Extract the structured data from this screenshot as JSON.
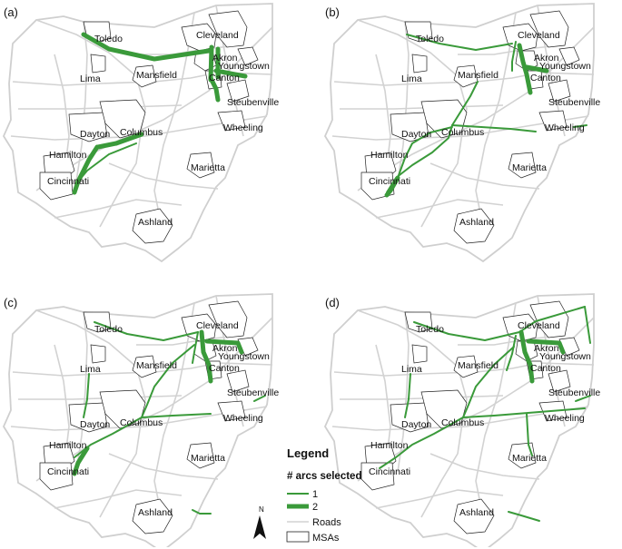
{
  "panels": [
    {
      "label": "(a)",
      "arcs": [
        {
          "w": 2,
          "pts": [
            [
              92,
              28
            ],
            [
              120,
              44
            ],
            [
              170,
              55
            ],
            [
              230,
              46
            ]
          ]
        },
        {
          "w": 2,
          "pts": [
            [
              233,
              42
            ],
            [
              232,
              78
            ]
          ]
        },
        {
          "w": 2,
          "pts": [
            [
              240,
              44
            ],
            [
              240,
              75
            ]
          ]
        },
        {
          "w": 2,
          "pts": [
            [
              238,
              68
            ],
            [
              270,
              74
            ]
          ]
        },
        {
          "w": 2,
          "pts": [
            [
              232,
              76
            ],
            [
              238,
              88
            ],
            [
              240,
              100
            ]
          ]
        },
        {
          "w": 2,
          "pts": [
            [
              156,
              138
            ],
            [
              128,
              148
            ],
            [
              108,
              152
            ]
          ]
        },
        {
          "w": 2,
          "pts": [
            [
              107,
              152
            ],
            [
              98,
              166
            ],
            [
              86,
              190
            ]
          ]
        },
        {
          "w": 2,
          "pts": [
            [
              86,
              190
            ],
            [
              82,
              202
            ]
          ]
        },
        {
          "w": 1,
          "pts": [
            [
              150,
              148
            ],
            [
              120,
              160
            ],
            [
              96,
              178
            ],
            [
              86,
              190
            ]
          ]
        }
      ]
    },
    {
      "label": "(b)",
      "arcs": [
        {
          "w": 1,
          "pts": [
            [
              94,
              28
            ],
            [
              130,
              38
            ],
            [
              170,
              45
            ],
            [
              210,
              38
            ]
          ]
        },
        {
          "w": 1,
          "pts": [
            [
              214,
              36
            ],
            [
              210,
              58
            ],
            [
              210,
              68
            ]
          ]
        },
        {
          "w": 2,
          "pts": [
            [
              218,
              40
            ],
            [
              222,
              58
            ],
            [
              226,
              72
            ],
            [
              230,
              92
            ]
          ]
        },
        {
          "w": 2,
          "pts": [
            [
              226,
              64
            ],
            [
              248,
              68
            ]
          ]
        },
        {
          "w": 1,
          "pts": [
            [
              172,
              80
            ],
            [
              164,
              96
            ],
            [
              154,
              112
            ],
            [
              144,
              128
            ]
          ]
        },
        {
          "w": 1,
          "pts": [
            [
              144,
              128
            ],
            [
              140,
              142
            ],
            [
              122,
              158
            ],
            [
              100,
              172
            ],
            [
              82,
              186
            ],
            [
              72,
              202
            ]
          ]
        },
        {
          "w": 1,
          "pts": [
            [
              144,
              128
            ],
            [
              176,
              130
            ],
            [
              208,
              132
            ],
            [
              236,
              135
            ]
          ]
        },
        {
          "w": 1,
          "pts": [
            [
              144,
              130
            ],
            [
              120,
              136
            ],
            [
              100,
              148
            ],
            [
              92,
              164
            ],
            [
              84,
              186
            ]
          ]
        },
        {
          "w": 2,
          "pts": [
            [
              84,
              186
            ],
            [
              76,
              200
            ],
            [
              72,
              205
            ]
          ]
        },
        {
          "w": 1,
          "pts": [
            [
              278,
              130
            ],
            [
              292,
              128
            ]
          ]
        }
      ]
    },
    {
      "label": "(c)",
      "arcs": [
        {
          "w": 1,
          "pts": [
            [
              104,
              25
            ],
            [
              140,
              38
            ],
            [
              180,
              45
            ],
            [
              218,
              36
            ]
          ]
        },
        {
          "w": 1,
          "pts": [
            [
              218,
              36
            ],
            [
              214,
              58
            ],
            [
              212,
              70
            ]
          ]
        },
        {
          "w": 2,
          "pts": [
            [
              222,
              36
            ],
            [
              224,
              58
            ],
            [
              230,
              72
            ],
            [
              232,
              90
            ]
          ]
        },
        {
          "w": 2,
          "pts": [
            [
              228,
              46
            ],
            [
              262,
              48
            ],
            [
              266,
              58
            ]
          ]
        },
        {
          "w": 1,
          "pts": [
            [
              214,
              50
            ],
            [
              190,
              70
            ],
            [
              170,
              96
            ],
            [
              162,
              116
            ],
            [
              156,
              130
            ]
          ]
        },
        {
          "w": 1,
          "pts": [
            [
              156,
              130
            ],
            [
              124,
              148
            ],
            [
              100,
              160
            ],
            [
              82,
              174
            ]
          ]
        },
        {
          "w": 1,
          "pts": [
            [
              156,
              130
            ],
            [
              190,
              128
            ],
            [
              232,
              126
            ]
          ]
        },
        {
          "w": 1,
          "pts": [
            [
              98,
              82
            ],
            [
              96,
              110
            ],
            [
              92,
              130
            ]
          ]
        },
        {
          "w": 2,
          "pts": [
            [
              96,
              164
            ],
            [
              86,
              180
            ],
            [
              82,
              192
            ]
          ]
        },
        {
          "w": 1,
          "pts": [
            [
              280,
              112
            ],
            [
              292,
              106
            ]
          ]
        },
        {
          "w": 1,
          "pts": [
            [
              212,
              232
            ],
            [
              220,
              236
            ],
            [
              232,
              236
            ]
          ]
        }
      ]
    },
    {
      "label": "(d)",
      "arcs": [
        {
          "w": 1,
          "pts": [
            [
              102,
              25
            ],
            [
              140,
              38
            ],
            [
              180,
              45
            ],
            [
              218,
              36
            ]
          ]
        },
        {
          "w": 1,
          "pts": [
            [
              218,
              36
            ],
            [
              236,
              24
            ],
            [
              290,
              8
            ]
          ]
        },
        {
          "w": 1,
          "pts": [
            [
              290,
              8
            ],
            [
              296,
              48
            ]
          ]
        },
        {
          "w": 1,
          "pts": [
            [
              214,
              40
            ],
            [
              210,
              60
            ],
            [
              204,
              78
            ]
          ]
        },
        {
          "w": 2,
          "pts": [
            [
              220,
              36
            ],
            [
              224,
              58
            ],
            [
              230,
              72
            ],
            [
              232,
              90
            ]
          ]
        },
        {
          "w": 2,
          "pts": [
            [
              228,
              46
            ],
            [
              262,
              48
            ],
            [
              266,
              58
            ]
          ]
        },
        {
          "w": 1,
          "pts": [
            [
              212,
              52
            ],
            [
              190,
              72
            ],
            [
              170,
              96
            ],
            [
              162,
              116
            ],
            [
              156,
              130
            ]
          ]
        },
        {
          "w": 1,
          "pts": [
            [
              156,
              130
            ],
            [
              124,
              148
            ],
            [
              100,
              160
            ],
            [
              82,
              174
            ],
            [
              64,
              186
            ]
          ]
        },
        {
          "w": 1,
          "pts": [
            [
              156,
              130
            ],
            [
              190,
              128
            ],
            [
              240,
              124
            ],
            [
              290,
              120
            ]
          ]
        },
        {
          "w": 1,
          "pts": [
            [
              98,
              82
            ],
            [
              96,
              110
            ],
            [
              92,
              130
            ]
          ]
        },
        {
          "w": 1,
          "pts": [
            [
              226,
              126
            ],
            [
              228,
              160
            ],
            [
              232,
              172
            ]
          ]
        },
        {
          "w": 1,
          "pts": [
            [
              280,
              112
            ],
            [
              296,
              106
            ]
          ]
        },
        {
          "w": 1,
          "pts": [
            [
              206,
              234
            ],
            [
              220,
              238
            ],
            [
              240,
              244
            ]
          ]
        }
      ]
    }
  ],
  "cities": {
    "toledo": "Toledo",
    "cleveland": "Cleveland",
    "akron": "Akron",
    "youngstown": "Youngstown",
    "canton": "Canton",
    "lima": "Lima",
    "mansfield": "Mansfield",
    "steubenville": "Steubenville",
    "wheeling": "Wheeling",
    "dayton": "Dayton",
    "columbus": "Columbus",
    "hamilton": "Hamilton",
    "cincinnati": "Cincinnati",
    "marietta": "Marietta",
    "ashland": "Ashland"
  },
  "legend": {
    "title": "Legend",
    "subtitle": "# arcs selected",
    "item1": "1",
    "item2": "2",
    "roads": "Roads",
    "msas": "MSAs",
    "north": "N"
  },
  "colors": {
    "arc": "#3a9a3a",
    "roads": "#d2d2d2",
    "msa_stroke": "#222222"
  }
}
